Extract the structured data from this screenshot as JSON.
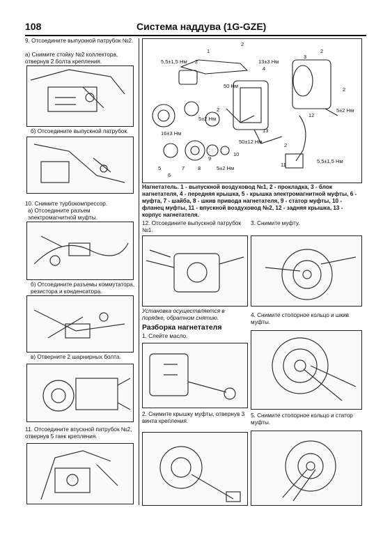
{
  "header": {
    "page_number": "108",
    "title": "Система наддува (1G-GZE)"
  },
  "left": {
    "step9": "9. Отсоедините выпускной патрубок №2.",
    "step9a": "а) Снимите стойку №2 коллектора, отвернув 2 болта крепления.",
    "step9b": "б) Отсоедините выпускной патрубок.",
    "step10": "10. Снимите турбокомпрессор.",
    "step10a": "а) Отсоедините разъем электромагнитной муфты.",
    "step10b": "б) Отсоедините разъемы коммутатора, резистора и конденсатора.",
    "step10c": "в) Отверните 2 шарнирных болта.",
    "step11": "11. Отсоедините впускной патрубок №2, отвернув 5 гаек крепления."
  },
  "diagram": {
    "labels": {
      "n1": "1",
      "n2a": "2",
      "n2b": "2",
      "n2c": "2",
      "n2d": "2",
      "n2e": "2",
      "n2f": "2",
      "n3": "3",
      "n4": "4",
      "n5": "5",
      "n6": "6",
      "n7": "7",
      "n8": "8",
      "n9": "9",
      "n10": "10",
      "n11": "11",
      "n12": "12",
      "n13": "13",
      "t1": "5,5±1,5 Нм",
      "t2": "13±3 Нм",
      "t3": "50 Нм",
      "t4": "5±2 Нм",
      "t5": "5±2 Нм",
      "t6": "16±3 Нм",
      "t7": "50±12 Нм",
      "t8": "5±2 Нм",
      "t9": "5,5±1,5 Нм"
    },
    "caption": "Нагнетатель. 1 - выпускной воздуховод №1, 2 - прокладка, 3 - блок нагнетателя, 4 - передняя крышка, 5 - крышка электромагнитной муфты, 6 - муфта, 7 - шайба, 8 - шкив привода нагнетателя, 9 - статор муфты, 10 - фланец муфты, 11 - впускной воздуховод №2, 12 - задняя крышка, 13 - корпус нагнетателя."
  },
  "middle": {
    "step12": "12. Отсоедините выпускной патрубок №1.",
    "note": "Установка осуществляется в порядке, обратном снятию.",
    "section_title": "Разборка нагнетателя",
    "s1": "1. Слейте масло.",
    "s2": "2. Снимите крышку муфты, отвернув 3 винта крепления."
  },
  "right": {
    "s3": "3. Снимите муфту.",
    "s4": "4. Снимите стопорное кольцо и шкив муфты.",
    "s5": "5. Снимите стопорное кольцо и статор муфты."
  }
}
